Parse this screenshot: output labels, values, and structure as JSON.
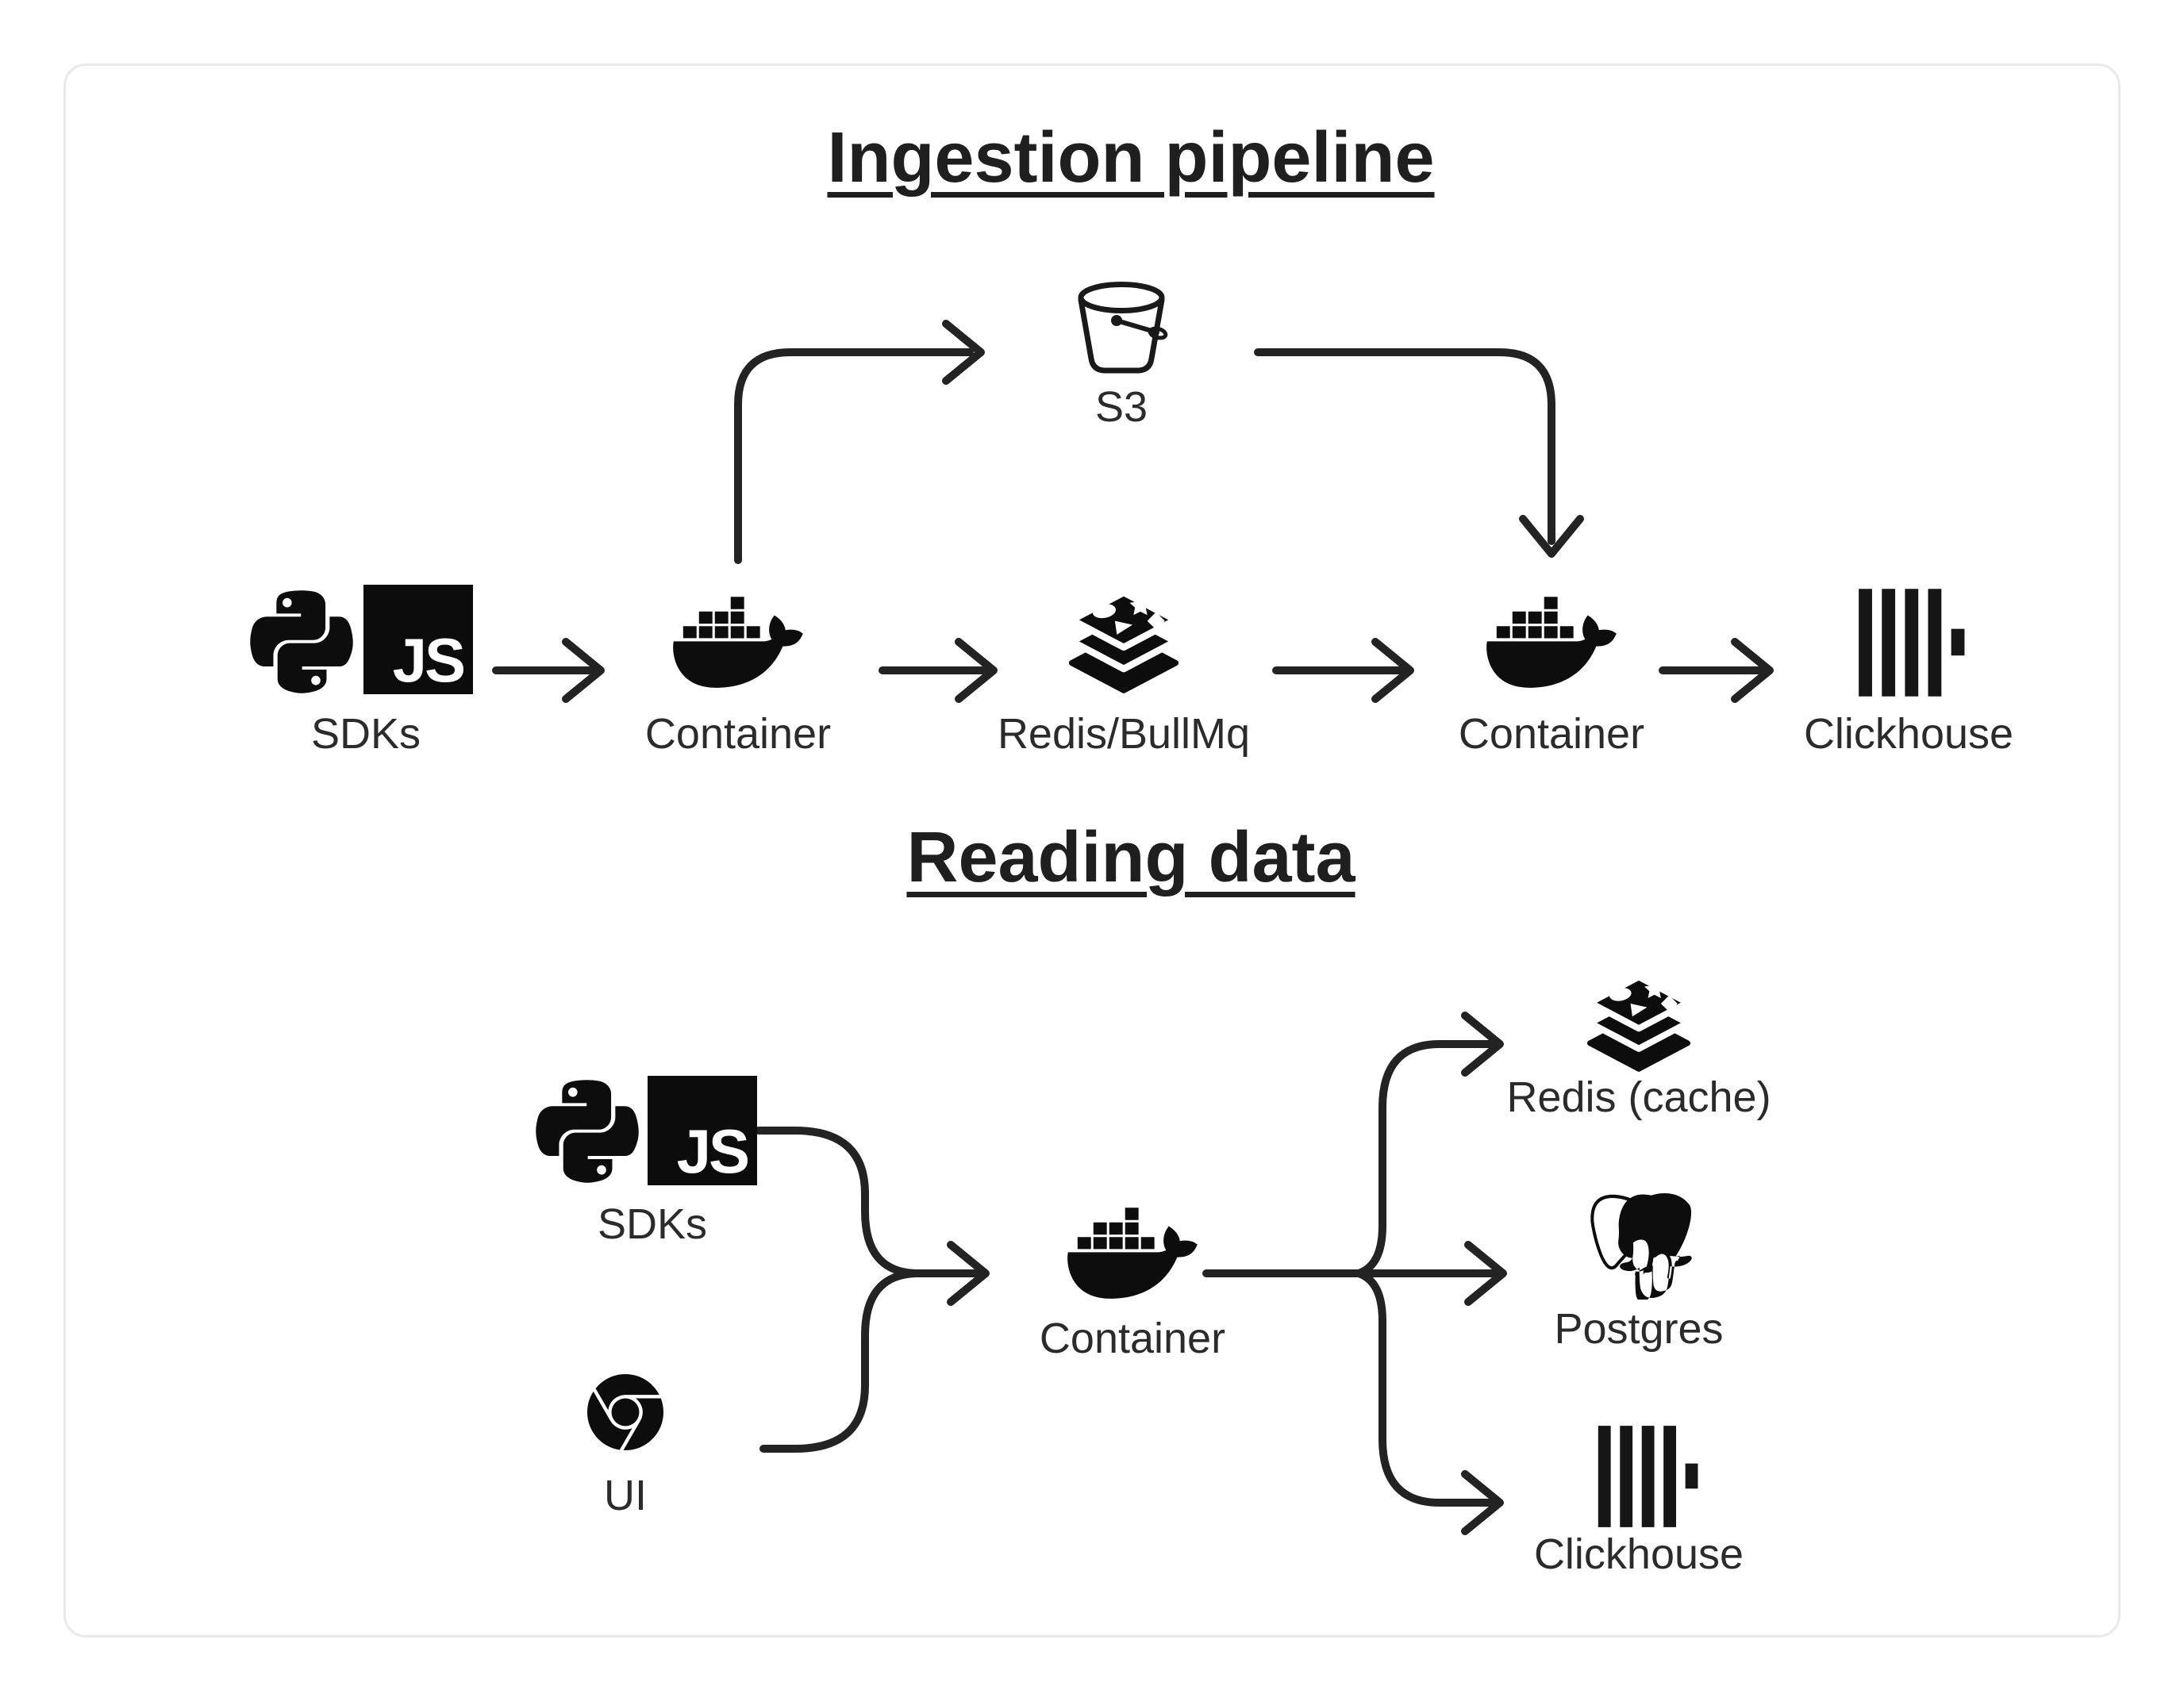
{
  "colors": {
    "background": "#ffffff",
    "card_border": "#e9e9e9",
    "ink": "#232323",
    "text": "#2b2b2b"
  },
  "glyphs": {
    "javascript_badge": "JS"
  },
  "diagram": {
    "ingestion": {
      "title": "Ingestion pipeline",
      "nodes": {
        "sdks": {
          "label": "SDKs",
          "icons": [
            "python-icon",
            "javascript-icon"
          ]
        },
        "container_in": {
          "label": "Container",
          "icon": "docker-icon"
        },
        "s3": {
          "label": "S3",
          "icon": "s3-bucket-icon"
        },
        "redis_queue": {
          "label": "Redis/BullMq",
          "icon": "redis-icon"
        },
        "container_worker": {
          "label": "Container",
          "icon": "docker-icon"
        },
        "clickhouse": {
          "label": "Clickhouse",
          "icon": "clickhouse-icon"
        }
      },
      "edges": [
        {
          "from": "SDKs",
          "to": "Container (in)"
        },
        {
          "from": "Container (in)",
          "to": "S3"
        },
        {
          "from": "Container (in)",
          "to": "Redis/BullMq"
        },
        {
          "from": "S3",
          "to": "Container (worker)"
        },
        {
          "from": "Redis/BullMq",
          "to": "Container (worker)"
        },
        {
          "from": "Container (worker)",
          "to": "Clickhouse"
        }
      ]
    },
    "reading": {
      "title": "Reading data",
      "nodes": {
        "sdks": {
          "label": "SDKs",
          "icons": [
            "python-icon",
            "javascript-icon"
          ]
        },
        "ui": {
          "label": "UI",
          "icon": "chrome-icon"
        },
        "container": {
          "label": "Container",
          "icon": "docker-icon"
        },
        "redis_cache": {
          "label": "Redis (cache)",
          "icon": "redis-icon"
        },
        "postgres": {
          "label": "Postgres",
          "icon": "postgresql-icon"
        },
        "clickhouse": {
          "label": "Clickhouse",
          "icon": "clickhouse-icon"
        }
      },
      "edges": [
        {
          "from": "SDKs",
          "to": "Container"
        },
        {
          "from": "UI",
          "to": "Container"
        },
        {
          "from": "Container",
          "to": "Redis (cache)"
        },
        {
          "from": "Container",
          "to": "Postgres"
        },
        {
          "from": "Container",
          "to": "Clickhouse"
        }
      ]
    }
  }
}
